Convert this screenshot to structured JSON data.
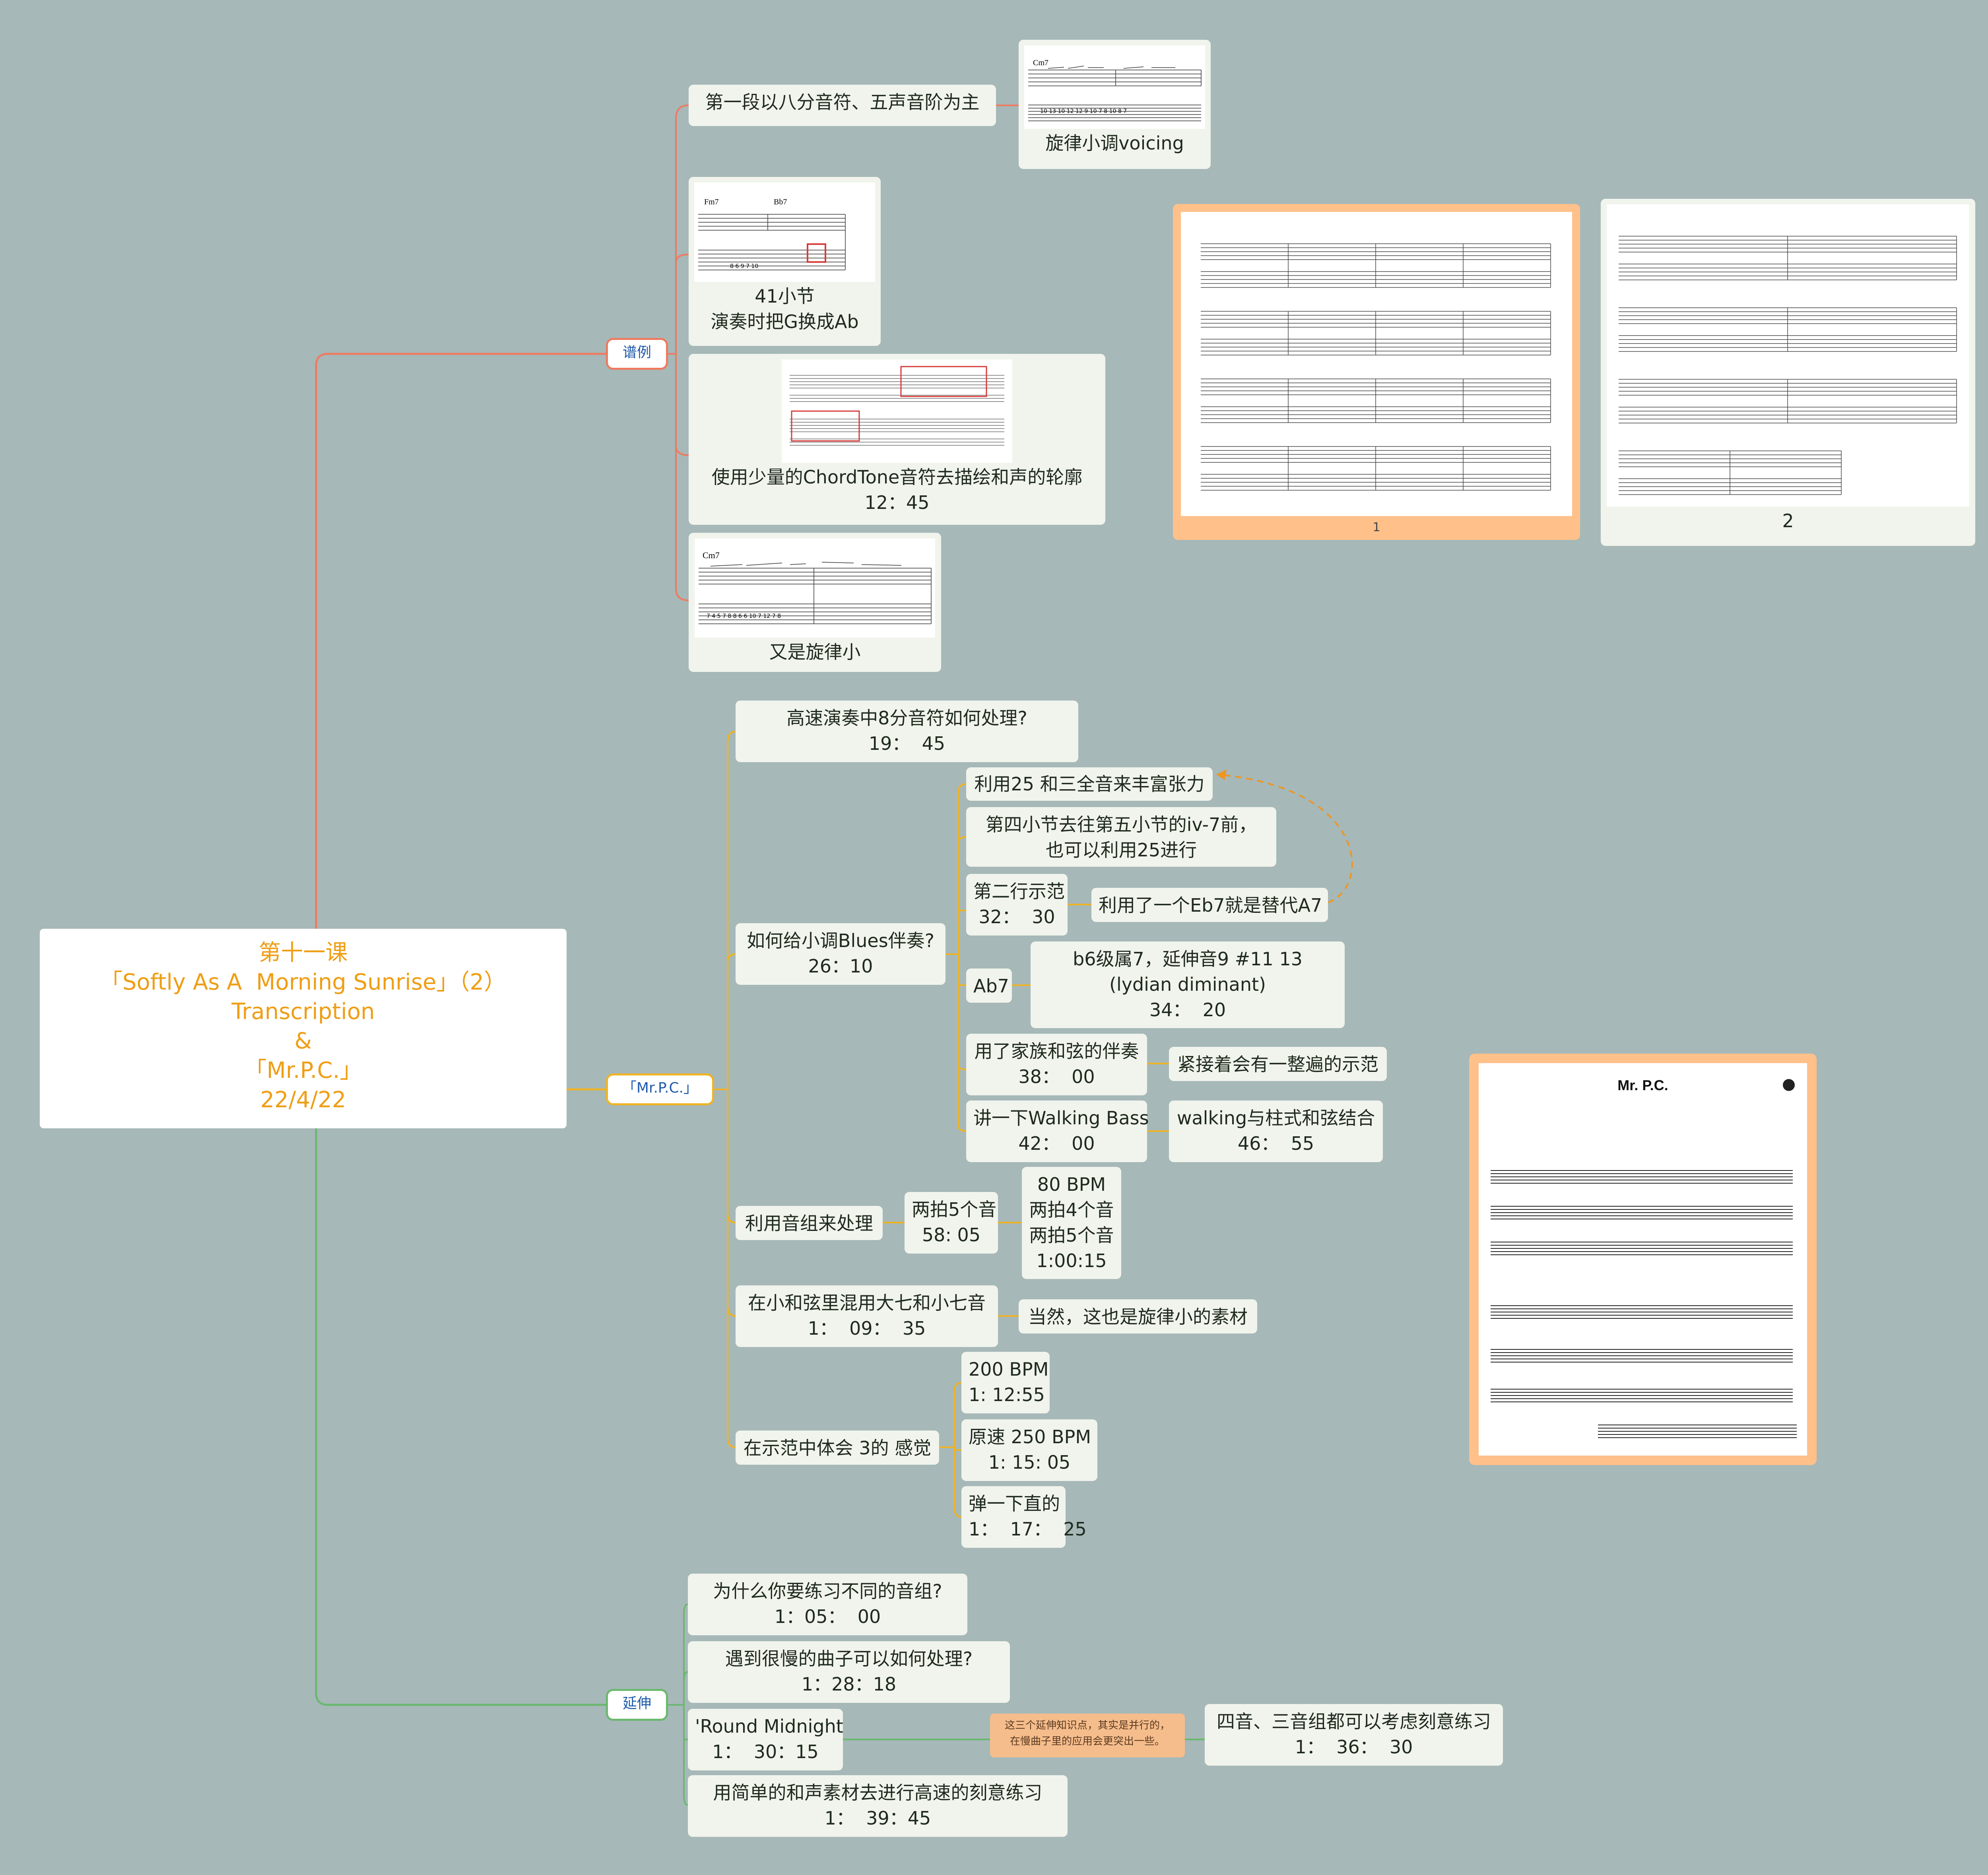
{
  "root": {
    "lines": [
      "第十一课",
      "「Softly As A  Morning Sunrise」（2）",
      "Transcription",
      "&",
      "「Mr.P.C.」",
      "22/4/22"
    ]
  },
  "branches": {
    "puli": "谱例",
    "mrpc": "「Mr.P.C.」",
    "yanshen": "延伸"
  },
  "puli_nodes": {
    "first_para": "第一段以八分音符、五声音阶为主",
    "melodic_minor_voicing": "旋律小调voicing",
    "bar41": "41小节\n演奏时把G换成Ab",
    "chordtone": "使用少量的ChordTone音符去描绘和声的轮廓\n12：45",
    "melodic_minor_again": "又是旋律小",
    "page1": "1",
    "page2": "2"
  },
  "mrpc_nodes": {
    "eighth_notes": "高速演奏中8分音符如何处理?\n19：  45",
    "minor_blues": "如何给小调Blues伴奏?\n26：10",
    "use25": "利用25 和三全音来丰富张力",
    "bar4to5": "第四小节去往第五小节的iv-7前，\n也可以利用25进行",
    "second_line": "第二行示范\n32：  30",
    "eb7_sub": "利用了一个Eb7就是替代A7",
    "ab7": "Ab7",
    "b6_dom": "b6级属7，延伸音9 #11 13\n(lydian diminant)\n34：  20",
    "family_chords": "用了家族和弦的伴奏\n38：  00",
    "full_demo": "紧接着会有一整遍的示范",
    "walking_bass": "讲一下Walking Bass\n42：  00",
    "walking_comp": "walking与柱式和弦结合\n46：  55",
    "note_groups": "利用音组来处理",
    "five_notes": "两拍5个音\n58: 05",
    "bpm80": "80 BPM\n两拍4个音\n两拍5个音\n1:00:15",
    "maj7_min7": "在小和弦里混用大七和小七音\n1：  09：  35",
    "melodic_material": "当然，这也是旋律小的素材",
    "feel3": "在示范中体会 3的 感觉",
    "bpm200": "200 BPM\n1: 12:55",
    "bpm250": "原速 250 BPM\n1: 15: 05",
    "straight": "弹一下直的\n1：  17：  25",
    "sheet_title": "Mr. P.C."
  },
  "yanshen_nodes": {
    "why_groups": "为什么你要练习不同的音组?\n1：05：  00",
    "slow_tunes": "遇到很慢的曲子可以如何处理?\n1：28：18",
    "round_midnight": "'Round Midnight\n1：  30：15",
    "simple_material": "用简单的和声素材去进行高速的刻意练习\n1：  39：45",
    "callout": "这三个延伸知识点，其实是并行的，\n在慢曲子里的应用会更突出一些。",
    "four_three": "四音、三音组都可以考虑刻意练习\n1：  36：  30"
  },
  "colors": {
    "background": "#a6b8b8",
    "root_text": "#ef9e15",
    "branch_red": "#ef7a5f",
    "branch_yellow": "#f0b323",
    "branch_green": "#6ab86e",
    "node_bg": "#f1f4ec",
    "highlight_frame": "#ffc08a"
  }
}
